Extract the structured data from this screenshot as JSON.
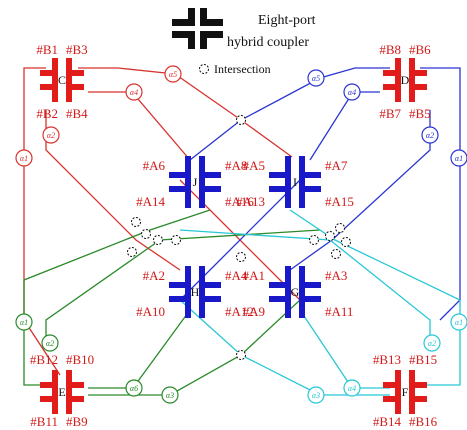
{
  "legend": {
    "coupler_line1": "Eight-port",
    "coupler_line2": "hybrid coupler",
    "intersection_label": "Intersection"
  },
  "colors": {
    "port_red": "#d21a1a",
    "coupler_blue": "#1919c9",
    "wire_red": "#d7332f",
    "wire_blue": "#2a35cf",
    "wire_cyan": "#27c7d6",
    "wire_green": "#2a8a2a",
    "coupler_red": "#e21b1b",
    "black": "#111111"
  },
  "couplers_center": [
    {
      "id": "J",
      "ports": [
        "#A6",
        "#A8",
        "#A14",
        "#A16"
      ]
    },
    {
      "id": "I",
      "ports": [
        "#A5",
        "#A7",
        "#A13",
        "#A15"
      ]
    },
    {
      "id": "H",
      "ports": [
        "#A2",
        "#A4",
        "#A10",
        "#A12"
      ]
    },
    {
      "id": "G",
      "ports": [
        "#A1",
        "#A3",
        "#A9",
        "#A11"
      ]
    }
  ],
  "couplers_corner": [
    {
      "id": "C",
      "ports": [
        "#B1",
        "#B3",
        "#B2",
        "#B4"
      ]
    },
    {
      "id": "D",
      "ports": [
        "#B8",
        "#B6",
        "#B7",
        "#B5"
      ]
    },
    {
      "id": "E",
      "ports": [
        "#B12",
        "#B10",
        "#B11",
        "#B9"
      ]
    },
    {
      "id": "F",
      "ports": [
        "#B13",
        "#B15",
        "#B14",
        "#B16"
      ]
    }
  ],
  "alpha_labels": [
    "α1",
    "α2",
    "α3",
    "α4",
    "α5",
    "α6"
  ]
}
